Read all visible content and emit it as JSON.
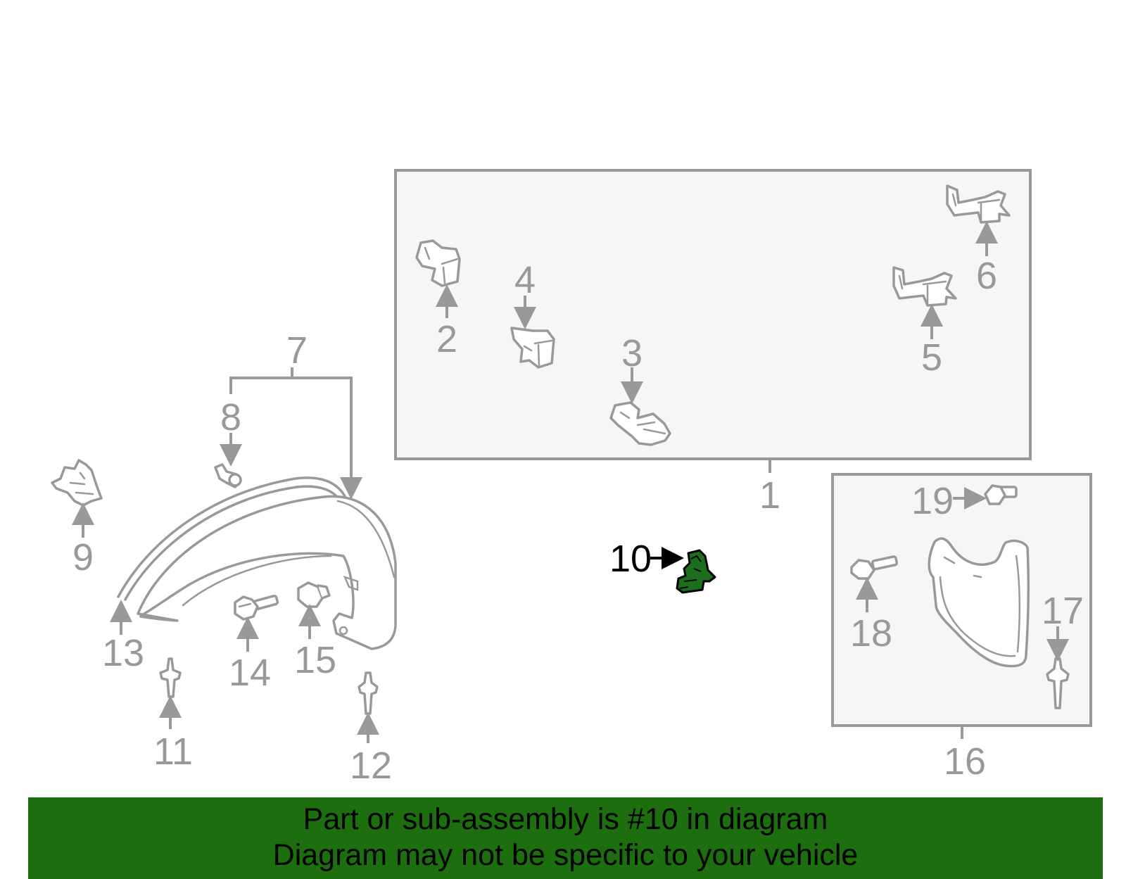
{
  "callouts": {
    "c1": "1",
    "c2": "2",
    "c3": "3",
    "c4": "4",
    "c5": "5",
    "c6": "6",
    "c7": "7",
    "c8": "8",
    "c9": "9",
    "c10": "10",
    "c11": "11",
    "c12": "12",
    "c13": "13",
    "c14": "14",
    "c15": "15",
    "c16": "16",
    "c17": "17",
    "c18": "18",
    "c19": "19"
  },
  "highlighted_part": "10",
  "colors": {
    "line": "#999999",
    "highlight_fill": "#1b6e1b",
    "banner_background": "#1c6e0e",
    "box_fill": "#f6f6f6"
  },
  "banner": {
    "line1": "Part or sub-assembly is #10 in diagram",
    "line2": "Diagram may not be specific to your vehicle"
  }
}
